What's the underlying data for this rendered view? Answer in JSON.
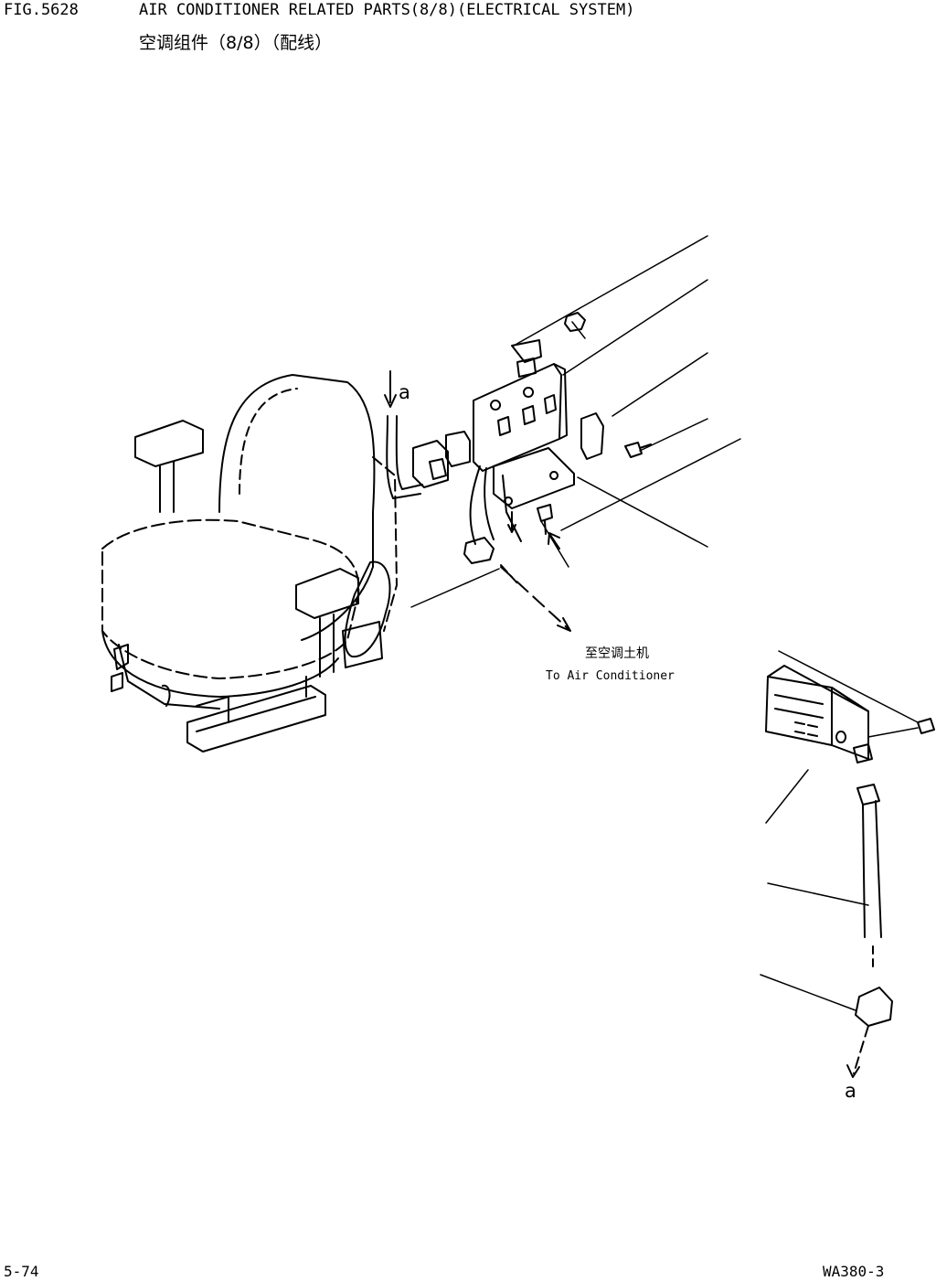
{
  "header": {
    "fig_number": "FIG.5628",
    "title_en": "AIR CONDITIONER RELATED PARTS(8/8)(ELECTRICAL SYSTEM)",
    "title_cn": "空调组件（8/8）（配线）"
  },
  "diagram": {
    "callout_cn": "至空调土机",
    "callout_en": "To Air Conditioner",
    "connection_label_top": "a",
    "connection_label_bottom": "a"
  },
  "footer": {
    "page_number": "5-74",
    "model_code": "WA380-3"
  }
}
